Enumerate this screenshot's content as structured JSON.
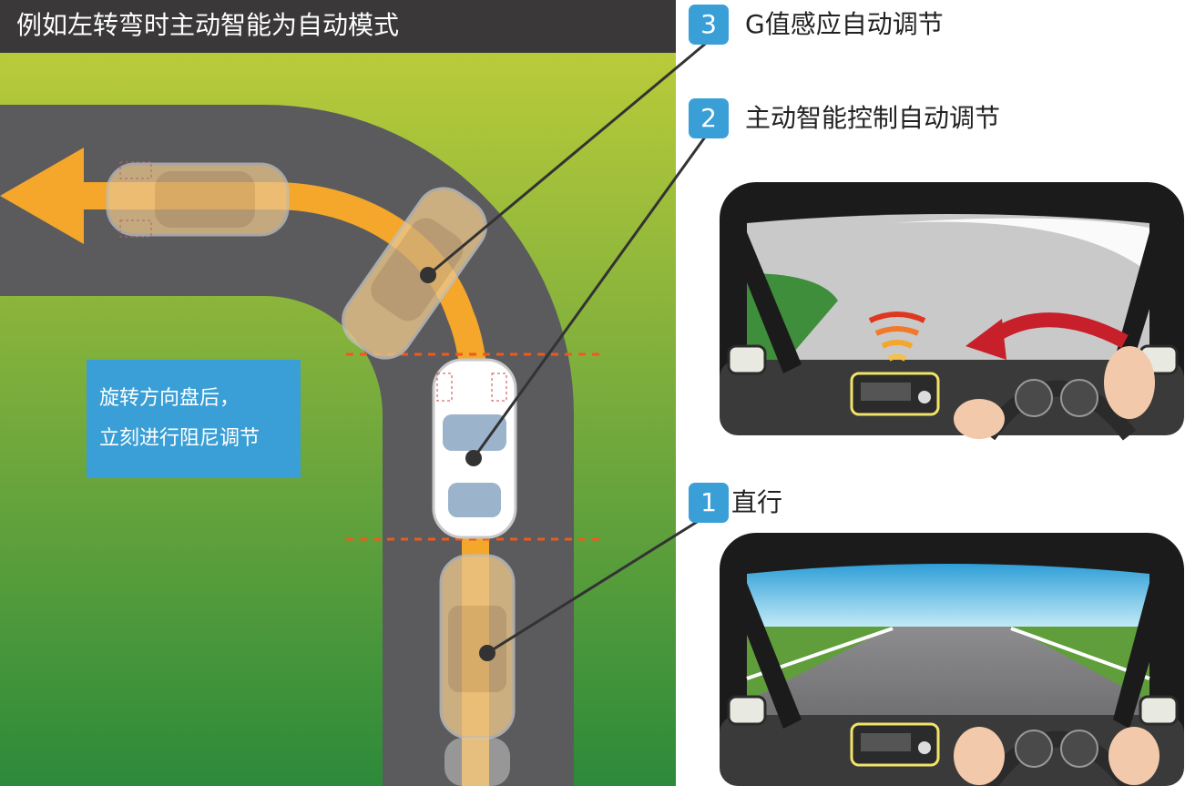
{
  "title": "例如左转弯时主动智能为自动模式",
  "callout": {
    "line1": "旋转方向盘后，",
    "line2": "立刻进行阻尼调节"
  },
  "steps": [
    {
      "number": "3",
      "label": "G值感应自动调节"
    },
    {
      "number": "2",
      "label": "主动智能控制自动调节"
    },
    {
      "number": "1",
      "label": "直行"
    }
  ],
  "colors": {
    "road": "#5b5b5e",
    "grass_top": "#b5c93c",
    "grass_bottom": "#2f8c3a",
    "path": "#f4a72a",
    "badge": "#3a9fd6",
    "title_bar": "#3a3838",
    "leader_line": "#333333",
    "wave": "#e0351f"
  }
}
